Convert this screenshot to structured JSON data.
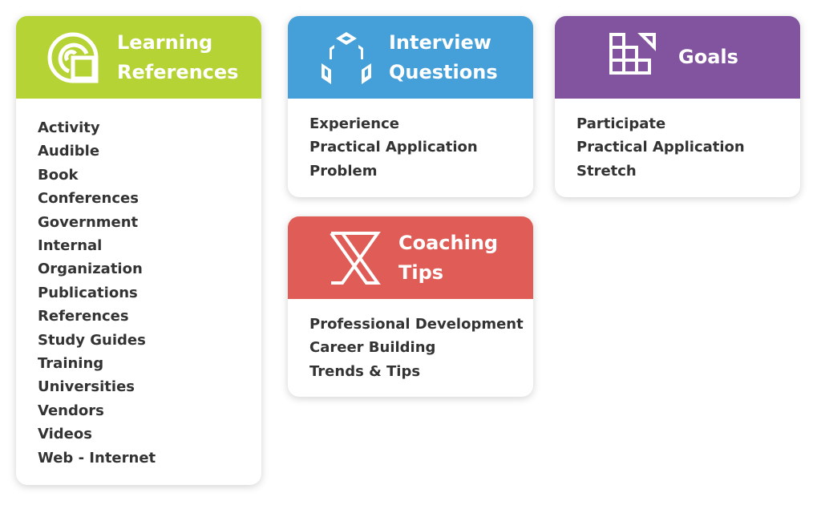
{
  "cards": [
    {
      "title": [
        "Learning",
        "References"
      ],
      "icon": "target-square-icon",
      "color": "#b5d334",
      "items": [
        "Activity",
        "Audible",
        "Book",
        "Conferences",
        "Government",
        "Internal",
        "Organization",
        "Publications",
        "References",
        "Study Guides",
        "Training",
        "Universities",
        "Vendors",
        "Videos",
        "Web - Internet"
      ]
    },
    {
      "title": [
        "Interview",
        "Questions"
      ],
      "icon": "connected-shapes-icon",
      "color": "#459fd8",
      "items": [
        "Experience",
        "Practical Application",
        "Problem"
      ]
    },
    {
      "title": [
        "Goals"
      ],
      "icon": "grid-squares-icon",
      "color": "#82549f",
      "items": [
        "Participate",
        "Practical Application",
        "Stretch"
      ]
    },
    {
      "title": [
        "Coaching",
        "Tips"
      ],
      "icon": "crossed-x-icon",
      "color": "#e05c56",
      "items": [
        "Professional Development",
        "Career Building",
        "Trends & Tips"
      ]
    }
  ]
}
